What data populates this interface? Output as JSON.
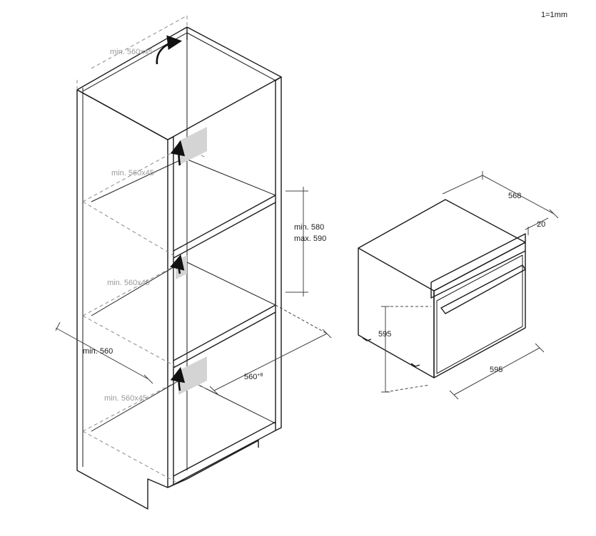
{
  "scale_note": "1=1mm",
  "cabinet": {
    "vent_top_label": "min. 560x45",
    "vent_upper_label": "min. 560x45",
    "vent_middle_label": "min. 560x45",
    "vent_lower_label": "min. 560x45",
    "niche_height_min": "min. 580",
    "niche_height_max": "max. 590",
    "niche_depth": "min. 560",
    "niche_width": "560",
    "niche_width_tolerance": "+8"
  },
  "oven": {
    "depth": "568",
    "front_thickness": "20",
    "height": "595",
    "width": "595"
  },
  "colors": {
    "line": "#1a1a1a",
    "vent_text": "#9a9a9a",
    "vent_fill": "#d4d4d4"
  }
}
